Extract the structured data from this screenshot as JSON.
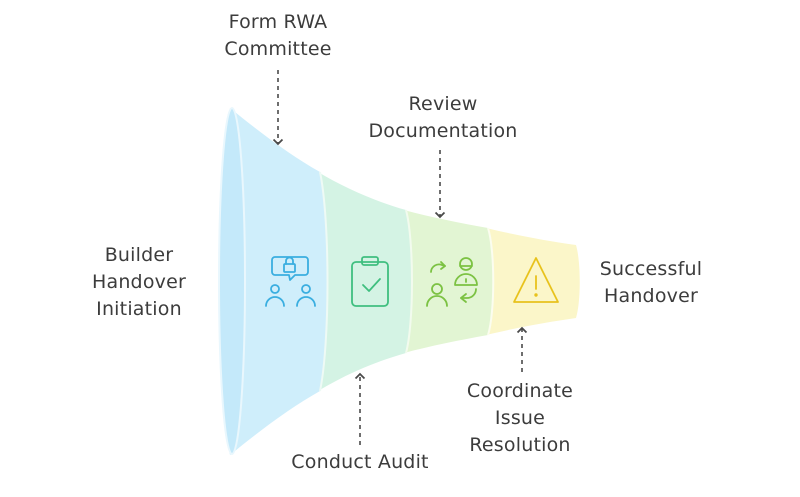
{
  "funnel": {
    "stages": [
      {
        "id": "initiation",
        "label_lines": [
          "Builder",
          "Handover",
          "Initiation"
        ],
        "icon": "meeting-lock-icon",
        "color": "#cfeefb"
      },
      {
        "id": "audit",
        "label_lines": [
          "Conduct Audit"
        ],
        "icon": "clipboard-check-icon",
        "color": "#d4f3e4"
      },
      {
        "id": "review",
        "label_lines": [
          "Review",
          "Documentation"
        ],
        "icon": "people-exchange-icon",
        "color": "#e2f5d3"
      },
      {
        "id": "resolution",
        "label_lines": [
          "Coordinate",
          "Issue",
          "Resolution"
        ],
        "icon": "warning-triangle-icon",
        "color": "#fbf6c9"
      }
    ],
    "extra_label_lines": [
      "Form RWA",
      "Committee"
    ],
    "end_label_lines": [
      "Successful",
      "Handover"
    ],
    "icon_colors": {
      "initiation": "#3aaee0",
      "audit": "#3fbf7f",
      "review": "#7cc243",
      "resolution": "#e8c21c"
    }
  }
}
